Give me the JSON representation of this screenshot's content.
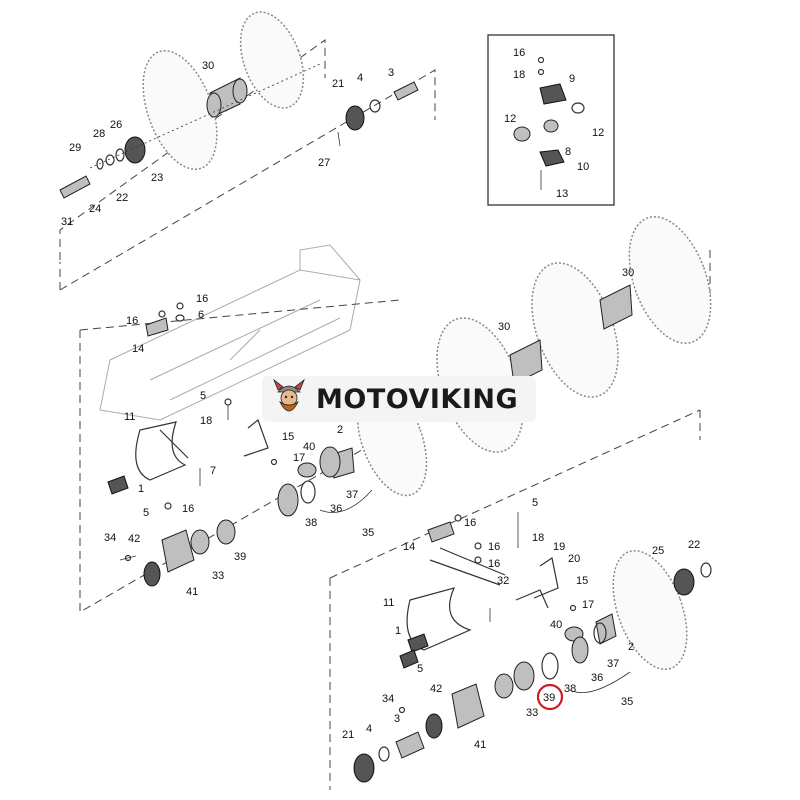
{
  "brand": {
    "name": "MOTOVIKING",
    "logo_icon": "viking-mascot-icon"
  },
  "highlight": {
    "label": "39",
    "color": "#d11a1a"
  },
  "detail_inset": {
    "labels": [
      "16",
      "18",
      "9",
      "12",
      "12",
      "8",
      "10",
      "13"
    ]
  },
  "upper_assembly": {
    "labels": [
      "30",
      "21",
      "4",
      "3",
      "29",
      "28",
      "26",
      "22",
      "23",
      "24",
      "31",
      "27"
    ]
  },
  "middle_assembly": {
    "labels": [
      "16",
      "16",
      "6",
      "14",
      "30",
      "30",
      "5",
      "18",
      "11",
      "15",
      "2",
      "17",
      "40",
      "7",
      "1",
      "37",
      "5",
      "16",
      "36",
      "38",
      "35",
      "34",
      "42",
      "39",
      "33",
      "41"
    ]
  },
  "lower_assembly": {
    "labels": [
      "5",
      "16",
      "18",
      "14",
      "16",
      "19",
      "20",
      "16",
      "25",
      "22",
      "32",
      "15",
      "11",
      "17",
      "40",
      "2",
      "1",
      "37",
      "5",
      "36",
      "38",
      "35",
      "34",
      "42",
      "33",
      "21",
      "4",
      "3",
      "41"
    ]
  }
}
